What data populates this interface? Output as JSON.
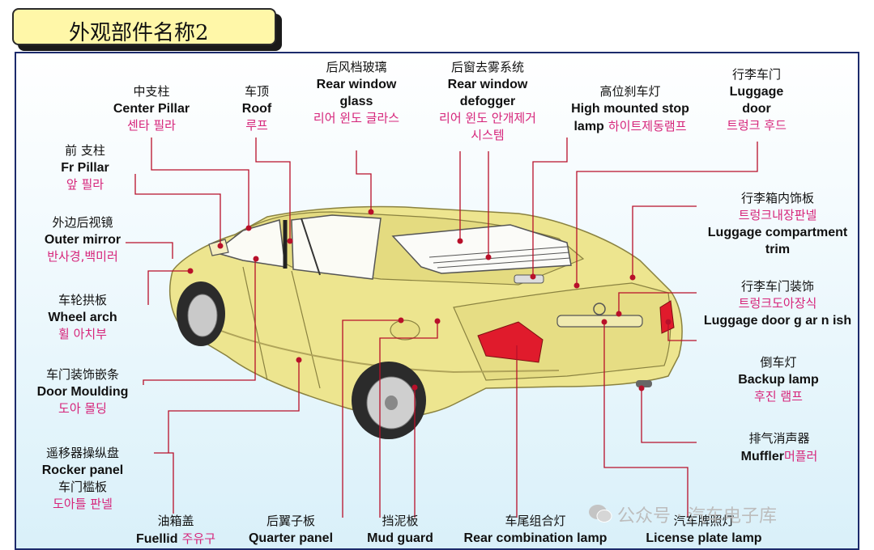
{
  "title": "外观部件名称2",
  "labels": {
    "center_pillar": {
      "zh": "中支柱",
      "en": "Center Pillar",
      "ko": "센타 필라"
    },
    "roof": {
      "zh": "车顶",
      "en": "Roof",
      "ko": "루프"
    },
    "rear_window_glass": {
      "zh": "后风档玻璃",
      "en1": "Rear window",
      "en2": "glass",
      "ko": "리어 윈도 글라스"
    },
    "rear_window_defogger": {
      "zh": "后窗去雾系统",
      "en1": "Rear window",
      "en2": "defogger",
      "ko1": "리어 윈도 안개제거",
      "ko2": "시스템"
    },
    "high_mounted_stop_lamp": {
      "zh": "高位刹车灯",
      "en1": "High mounted stop",
      "en2": "lamp",
      "ko": "하이트제동램프"
    },
    "luggage_door": {
      "zh": "行李车门",
      "en1": "Luggage",
      "en2": "door",
      "ko": "트렁크 후드"
    },
    "fr_pillar": {
      "zh": "前 支柱",
      "en": "Fr Pillar",
      "ko": "앞 필라"
    },
    "luggage_trim": {
      "zh": "行李箱内饰板",
      "ko": "트렁크내장판넬",
      "en1": "Luggage compartment",
      "en2": "trim"
    },
    "outer_mirror": {
      "zh": "外边后视镜",
      "en": "Outer mirror",
      "ko": "반사경,백미러"
    },
    "luggage_garnish": {
      "zh": "行李车门装饰",
      "ko": "트렁크도아장식",
      "en": "Luggage door g ar n ish"
    },
    "wheel_arch": {
      "zh": "车轮拱板",
      "en": "Wheel arch",
      "ko": "휠 아치부"
    },
    "backup_lamp": {
      "zh": "倒车灯",
      "en": "Backup lamp",
      "ko": "후진 램프"
    },
    "door_moulding": {
      "zh": "车门装饰嵌条",
      "en": "Door Moulding",
      "ko": "도아 몰딩"
    },
    "muffler": {
      "zh": "排气消声器",
      "en": "Muffler",
      "ko": "머플러"
    },
    "rocker_panel": {
      "zh1": "遥移器操纵盘",
      "en": "Rocker panel",
      "zh2": "车门槛板",
      "ko": "도아틀 판넬"
    },
    "fuellid": {
      "zh": "油箱盖",
      "en": "Fuellid",
      "ko": "주유구"
    },
    "quarter_panel": {
      "zh": "后翼子板",
      "en": "Quarter panel"
    },
    "mud_guard": {
      "zh": "挡泥板",
      "en": "Mud guard"
    },
    "rear_combination_lamp": {
      "zh": "车尾组合灯",
      "en": "Rear combination lamp"
    },
    "license_plate_lamp": {
      "zh": "汽车牌照灯",
      "en": "License plate lamp"
    }
  },
  "watermark": "公众号 · 汽车电子库",
  "colors": {
    "car_body": "#ede58f",
    "leader_line": "#b8102a",
    "korean_text": "#d6247a",
    "title_bg": "#fff7a8"
  }
}
